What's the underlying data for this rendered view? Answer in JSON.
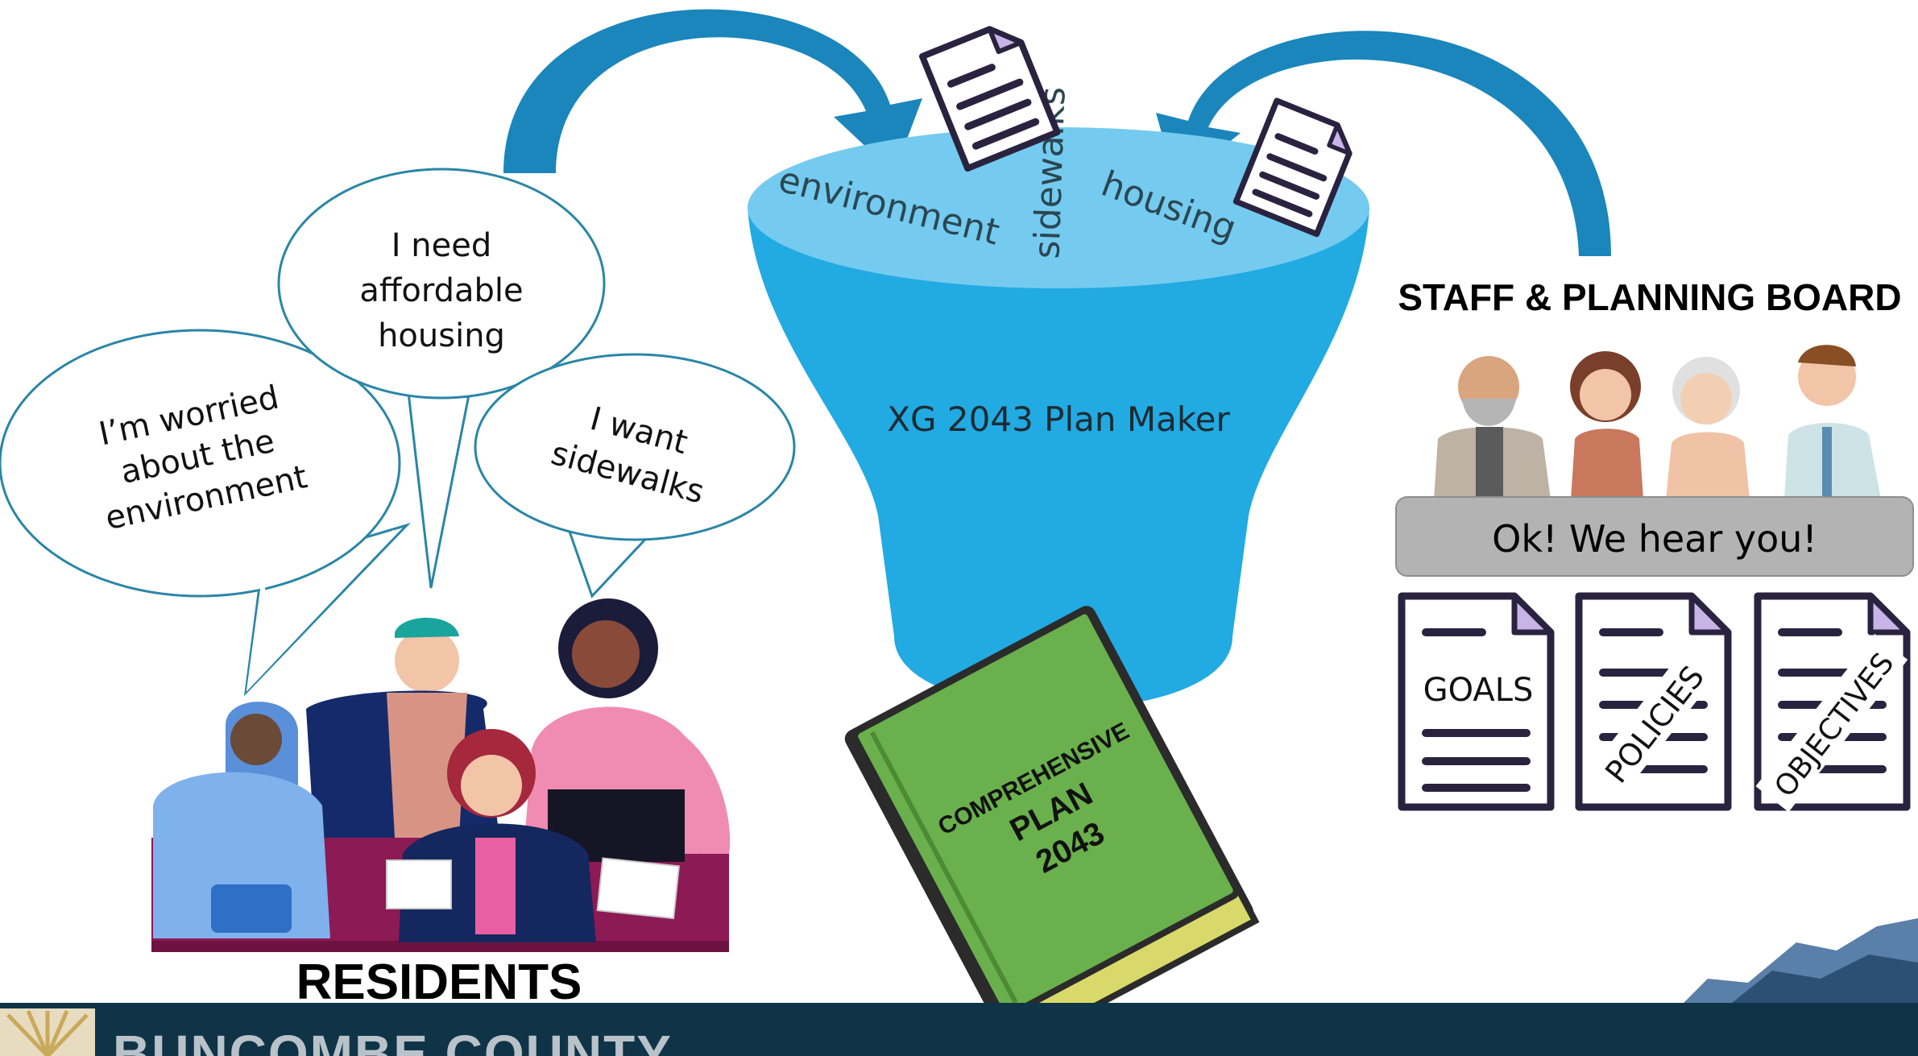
{
  "colors": {
    "funnel": "#22aae2",
    "funnel_top": "#74cbef",
    "arrow": "#1a86bb",
    "bubble_stroke": "#2a86a6",
    "book_cover": "#6ab04c",
    "book_pages": "#d9d96b",
    "doc_accent": "#c8b4e6",
    "footer": "#0f3447",
    "banner": "#b3b3b3"
  },
  "residents": {
    "bubbles": [
      "I'm worried about the environment",
      "I need affordable housing",
      "I want sidewalks"
    ],
    "bubble_lines": {
      "worried": [
        "I’m worried",
        "about the",
        "environment"
      ],
      "housing": [
        "I need",
        "affordable",
        "housing"
      ],
      "sidewalks": [
        "I want",
        "sidewalks"
      ]
    },
    "label": "RESIDENTS"
  },
  "funnel": {
    "topics": [
      "environment",
      "sidewalks",
      "housing"
    ],
    "label": "XG 2043 Plan Maker"
  },
  "book": {
    "lines": [
      "COMPREHENSIVE",
      "PLAN",
      "2043"
    ]
  },
  "staff": {
    "title": "STAFF & PLANNING BOARD",
    "banner": "Ok! We hear you!",
    "documents": [
      "GOALS",
      "POLICIES",
      "OBJECTIVES"
    ]
  },
  "footer": {
    "brand": "BUNCOMBE COUNTY"
  }
}
